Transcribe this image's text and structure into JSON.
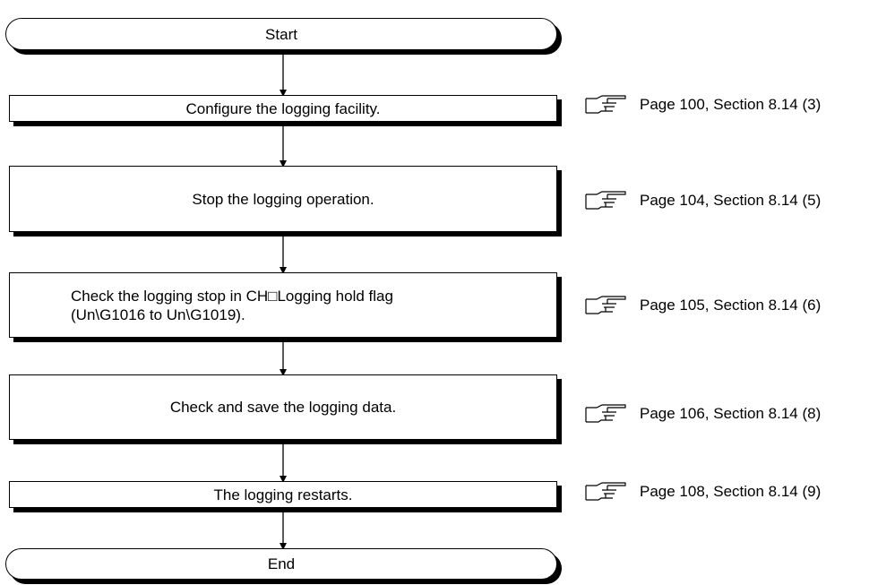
{
  "flow": {
    "start": "Start",
    "end": "End",
    "steps": [
      {
        "label": "Configure the logging facility.",
        "ref": "Page 100, Section 8.14 (3)"
      },
      {
        "label": "Stop the logging operation.",
        "ref": "Page 104, Section 8.14 (5)"
      },
      {
        "label_line1": "Check the logging stop in CH□Logging hold flag",
        "label_line2": "(Un\\G1016 to Un\\G1019).",
        "ref": "Page 105, Section 8.14 (6)"
      },
      {
        "label": "Check and save the logging data.",
        "ref": "Page 106, Section 8.14 (8)"
      },
      {
        "label": "The logging restarts.",
        "ref": "Page 108, Section 8.14 (9)"
      }
    ]
  },
  "reference_icon": "pointing-hand-icon",
  "colors": {
    "line": "#000000",
    "box_fill": "#ffffff",
    "shadow": "#000000"
  }
}
